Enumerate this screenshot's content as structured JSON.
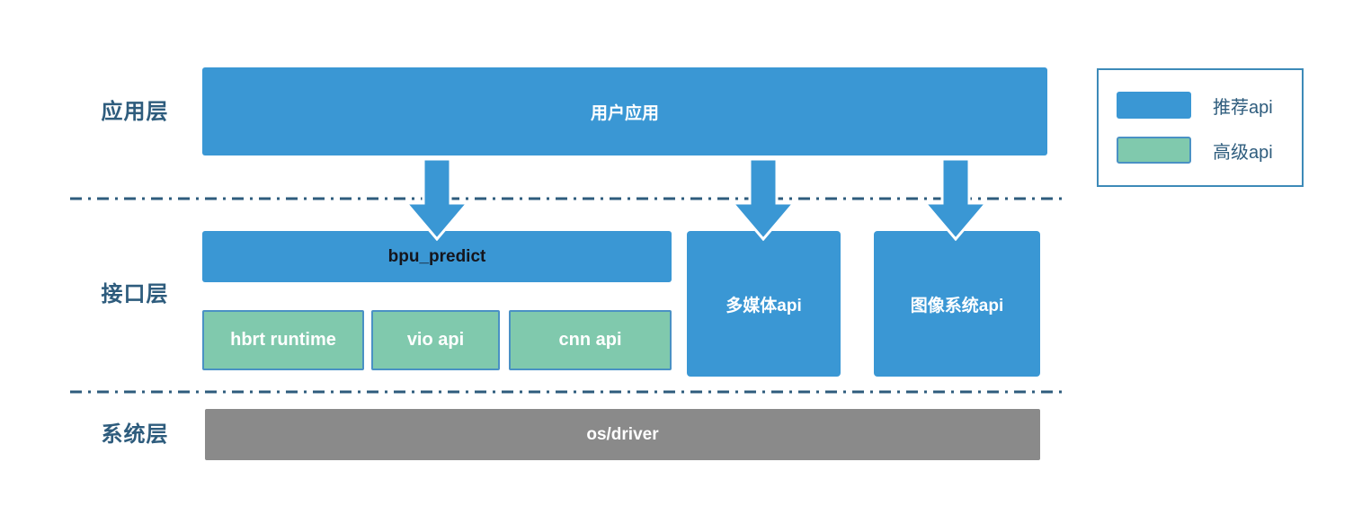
{
  "layers": {
    "application": "应用层",
    "interface": "接口层",
    "system": "系统层"
  },
  "boxes": {
    "user_app": "用户应用",
    "bpu_predict": "bpu_predict",
    "hbrt_runtime": "hbrt runtime",
    "vio_api": "vio api",
    "cnn_api": "cnn api",
    "multimedia_api": "多媒体api",
    "image_system_api": "图像系统api",
    "os_driver": "os/driver"
  },
  "legend": {
    "recommended": "推荐api",
    "advanced": "高级api"
  },
  "colors": {
    "blue": "#3a97d4",
    "green": "#80c9ad",
    "green_border": "#4a91c4",
    "gray": "#8a8a8a",
    "text_dark": "#2e5c7d",
    "dash": "#2e5c7d",
    "legend_border": "#3d8ab8",
    "bpu_text": "#15151c"
  }
}
